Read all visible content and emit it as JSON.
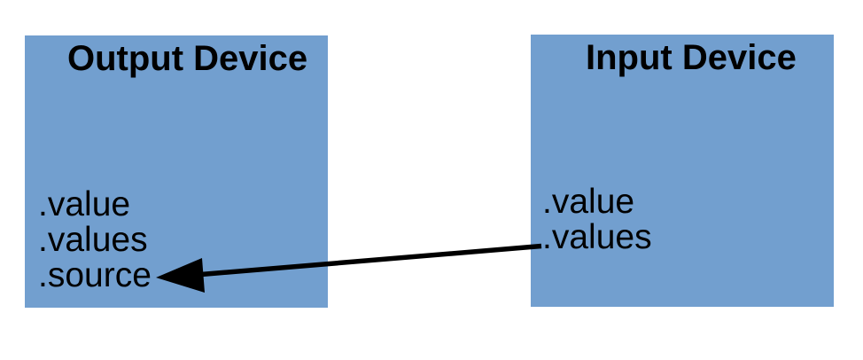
{
  "diagram": {
    "background": "#ffffff",
    "colors": {
      "box_fill": "#729fcf",
      "text": "#000000",
      "arrow": "#000000"
    },
    "boxes": [
      {
        "title": "Output Device",
        "fields": [
          ".value",
          ".values",
          ".source"
        ]
      },
      {
        "title": "Input Device",
        "fields": [
          ".value",
          ".values"
        ]
      }
    ],
    "arrow": {
      "from": {
        "box": "Input Device",
        "field": ".values"
      },
      "to": {
        "box": "Output Device",
        "field": ".source"
      }
    }
  }
}
